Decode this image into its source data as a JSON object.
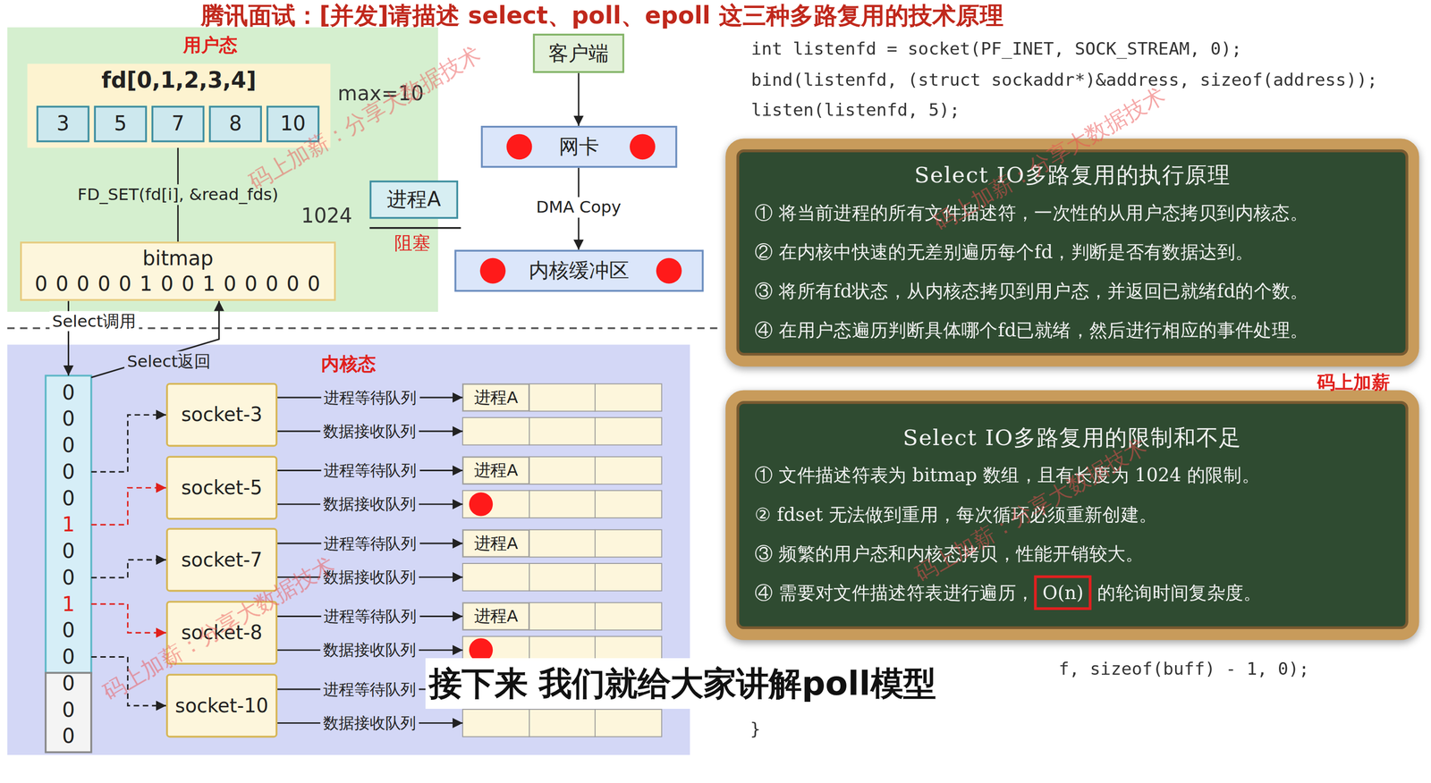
{
  "diagram": {
    "title": "腾讯面试：[并发]请描述 select、poll、epoll 这三种多路复用的技术原理",
    "caption": "接下来 我们就给大家讲解poll模型",
    "nodes": [
      {
        "text": [
          "用户态"
        ]
      },
      {
        "text": [
          "fd[0,1,2,3,4]"
        ],
        "in": 0
      },
      {
        "text": [
          "3"
        ],
        "in": 1
      },
      {
        "text": [
          "5"
        ],
        "in": 1
      },
      {
        "text": [
          "7"
        ],
        "in": 1
      },
      {
        "text": [
          "8"
        ],
        "in": 1
      },
      {
        "text": [
          "10"
        ],
        "in": 1
      },
      {
        "text": [
          "进程A"
        ],
        "in": 0
      },
      {
        "text": [
          "bitmap",
          "0 0 0 0 0 1 0 0 1 0 0 0 0 0"
        ],
        "in": 0
      },
      {
        "text": [
          "客户端"
        ]
      },
      {
        "text": [
          "网卡"
        ]
      },
      {
        "text": [
          "内核缓冲区"
        ]
      },
      {
        "text": [
          "内核态"
        ]
      },
      {
        "text": [
          "0",
          "0",
          "0",
          "0",
          "0",
          "1",
          "0",
          "0",
          "1",
          "0",
          "0",
          "0",
          "0",
          "0"
        ],
        "in": 12
      },
      {
        "text": [
          "socket-3"
        ],
        "in": 12
      },
      {
        "text": [
          "socket-5"
        ],
        "in": 12
      },
      {
        "text": [
          "socket-7"
        ],
        "in": 12
      },
      {
        "text": [
          "socket-8"
        ],
        "in": 12
      },
      {
        "text": [
          "socket-10"
        ],
        "in": 12
      },
      {
        "text": [
          "进程A"
        ],
        "in": 12
      },
      {
        "text": [
          "进程A"
        ],
        "in": 12
      },
      {
        "text": [
          "进程A"
        ],
        "in": 12
      },
      {
        "text": [
          "进程A"
        ],
        "in": 12
      },
      {
        "text": [
          "Select IO多路复用的执行原理",
          "① 将当前进程的所有文件描述符，一次性的从用户态拷贝到内核态。",
          "② 在内核中快速的无差别遍历每个fd，判断是否有数据达到。",
          "③ 将所有fd状态，从内核态拷贝到用户态，并返回已就绪fd的个数。",
          "④ 在用户态遍历判断具体哪个fd已就绪，然后进行相应的事件处理。"
        ]
      },
      {
        "text": [
          "Select IO多路复用的限制和不足",
          "① 文件描述符表为 bitmap 数组，且有长度为 1024 的限制。",
          "② fdset 无法做到重用，每次循环必须重新创建。",
          "③ 频繁的用户态和内核态拷贝，性能开销较大。",
          "④ 需要对文件描述符表进行遍历，",
          "O(n)",
          " 的轮询时间复杂度。"
        ]
      }
    ],
    "edges": [
      {
        "from": 1,
        "to": 8,
        "label": "FD_SET(fd[i], &read_fds)",
        "arrow": "none"
      },
      {
        "from": 9,
        "to": 10,
        "arrow": "to"
      },
      {
        "from": 10,
        "to": 11,
        "label": "DMA Copy",
        "arrow": "to"
      },
      {
        "from": 8,
        "to": 13,
        "label": "Select调用",
        "arrow": "to"
      },
      {
        "from": 13,
        "to": 8,
        "label": "Select返回",
        "arrow": "to"
      },
      {
        "from": 13,
        "to": 14,
        "arrow": "to"
      },
      {
        "from": 13,
        "to": 15,
        "arrow": "to"
      },
      {
        "from": 13,
        "to": 16,
        "arrow": "to"
      },
      {
        "from": 13,
        "to": 17,
        "arrow": "to"
      },
      {
        "from": 13,
        "to": 18,
        "arrow": "to"
      },
      {
        "from": 14,
        "to": 19,
        "label": "进程等待队列",
        "arrow": "to"
      },
      {
        "from": 15,
        "to": 20,
        "label": "进程等待队列",
        "arrow": "to"
      },
      {
        "from": 16,
        "to": 21,
        "label": "进程等待队列",
        "arrow": "to"
      },
      {
        "from": 17,
        "to": 22,
        "label": "进程等待队列",
        "arrow": "to"
      }
    ],
    "labels": [
      "max=10",
      "1024",
      "阻塞",
      "进程等待队列",
      "数据接收队列",
      "数据接收队列",
      "数据接收队列",
      "数据接收队列",
      "数据接收队列",
      "int listenfd = socket(PF_INET, SOCK_STREAM, 0);",
      "bind(listenfd, (struct sockaddr*)&address, sizeof(address));",
      "listen(listenfd, 5);",
      "f, sizeof(buff) - 1, 0);",
      "}",
      "码上加薪",
      "码上加薪：分享大数据技术",
      "码上加薪：分享大数据技术",
      "码上加薪：分享大数据技术",
      "码上加薪：分享大数据技术"
    ]
  }
}
